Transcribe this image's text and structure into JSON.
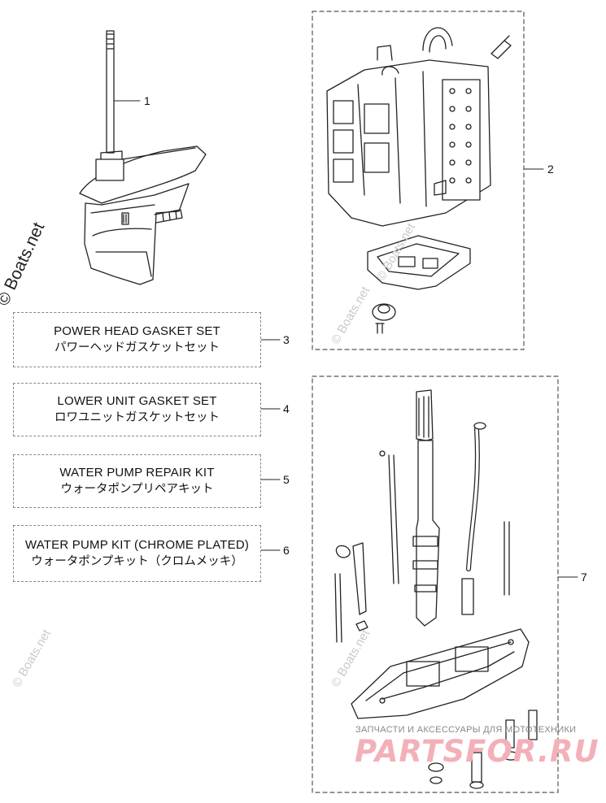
{
  "watermark": {
    "main": "© Boats.net",
    "faint": "© Boats.net"
  },
  "callouts": [
    "1",
    "2",
    "3",
    "4",
    "5",
    "6",
    "7"
  ],
  "kits": [
    {
      "name_en": "POWER HEAD GASKET SET",
      "name_jp": "パワーヘッドガスケットセット"
    },
    {
      "name_en": "LOWER UNIT GASKET SET",
      "name_jp": "ロワユニットガスケットセット"
    },
    {
      "name_en": "WATER PUMP REPAIR KIT",
      "name_jp": "ウォータポンプリペアキット"
    },
    {
      "name_en": "WATER PUMP KIT (CHROME PLATED)",
      "name_jp": "ウォータポンプキット（クロムメッキ）"
    }
  ],
  "brand": {
    "tagline": "ЗАПЧАСТИ И АКСЕССУАРЫ ДЛЯ МОТОТЕХНИКИ",
    "name": "PARTSFOR.RU",
    "color": "#f3b0b8"
  }
}
